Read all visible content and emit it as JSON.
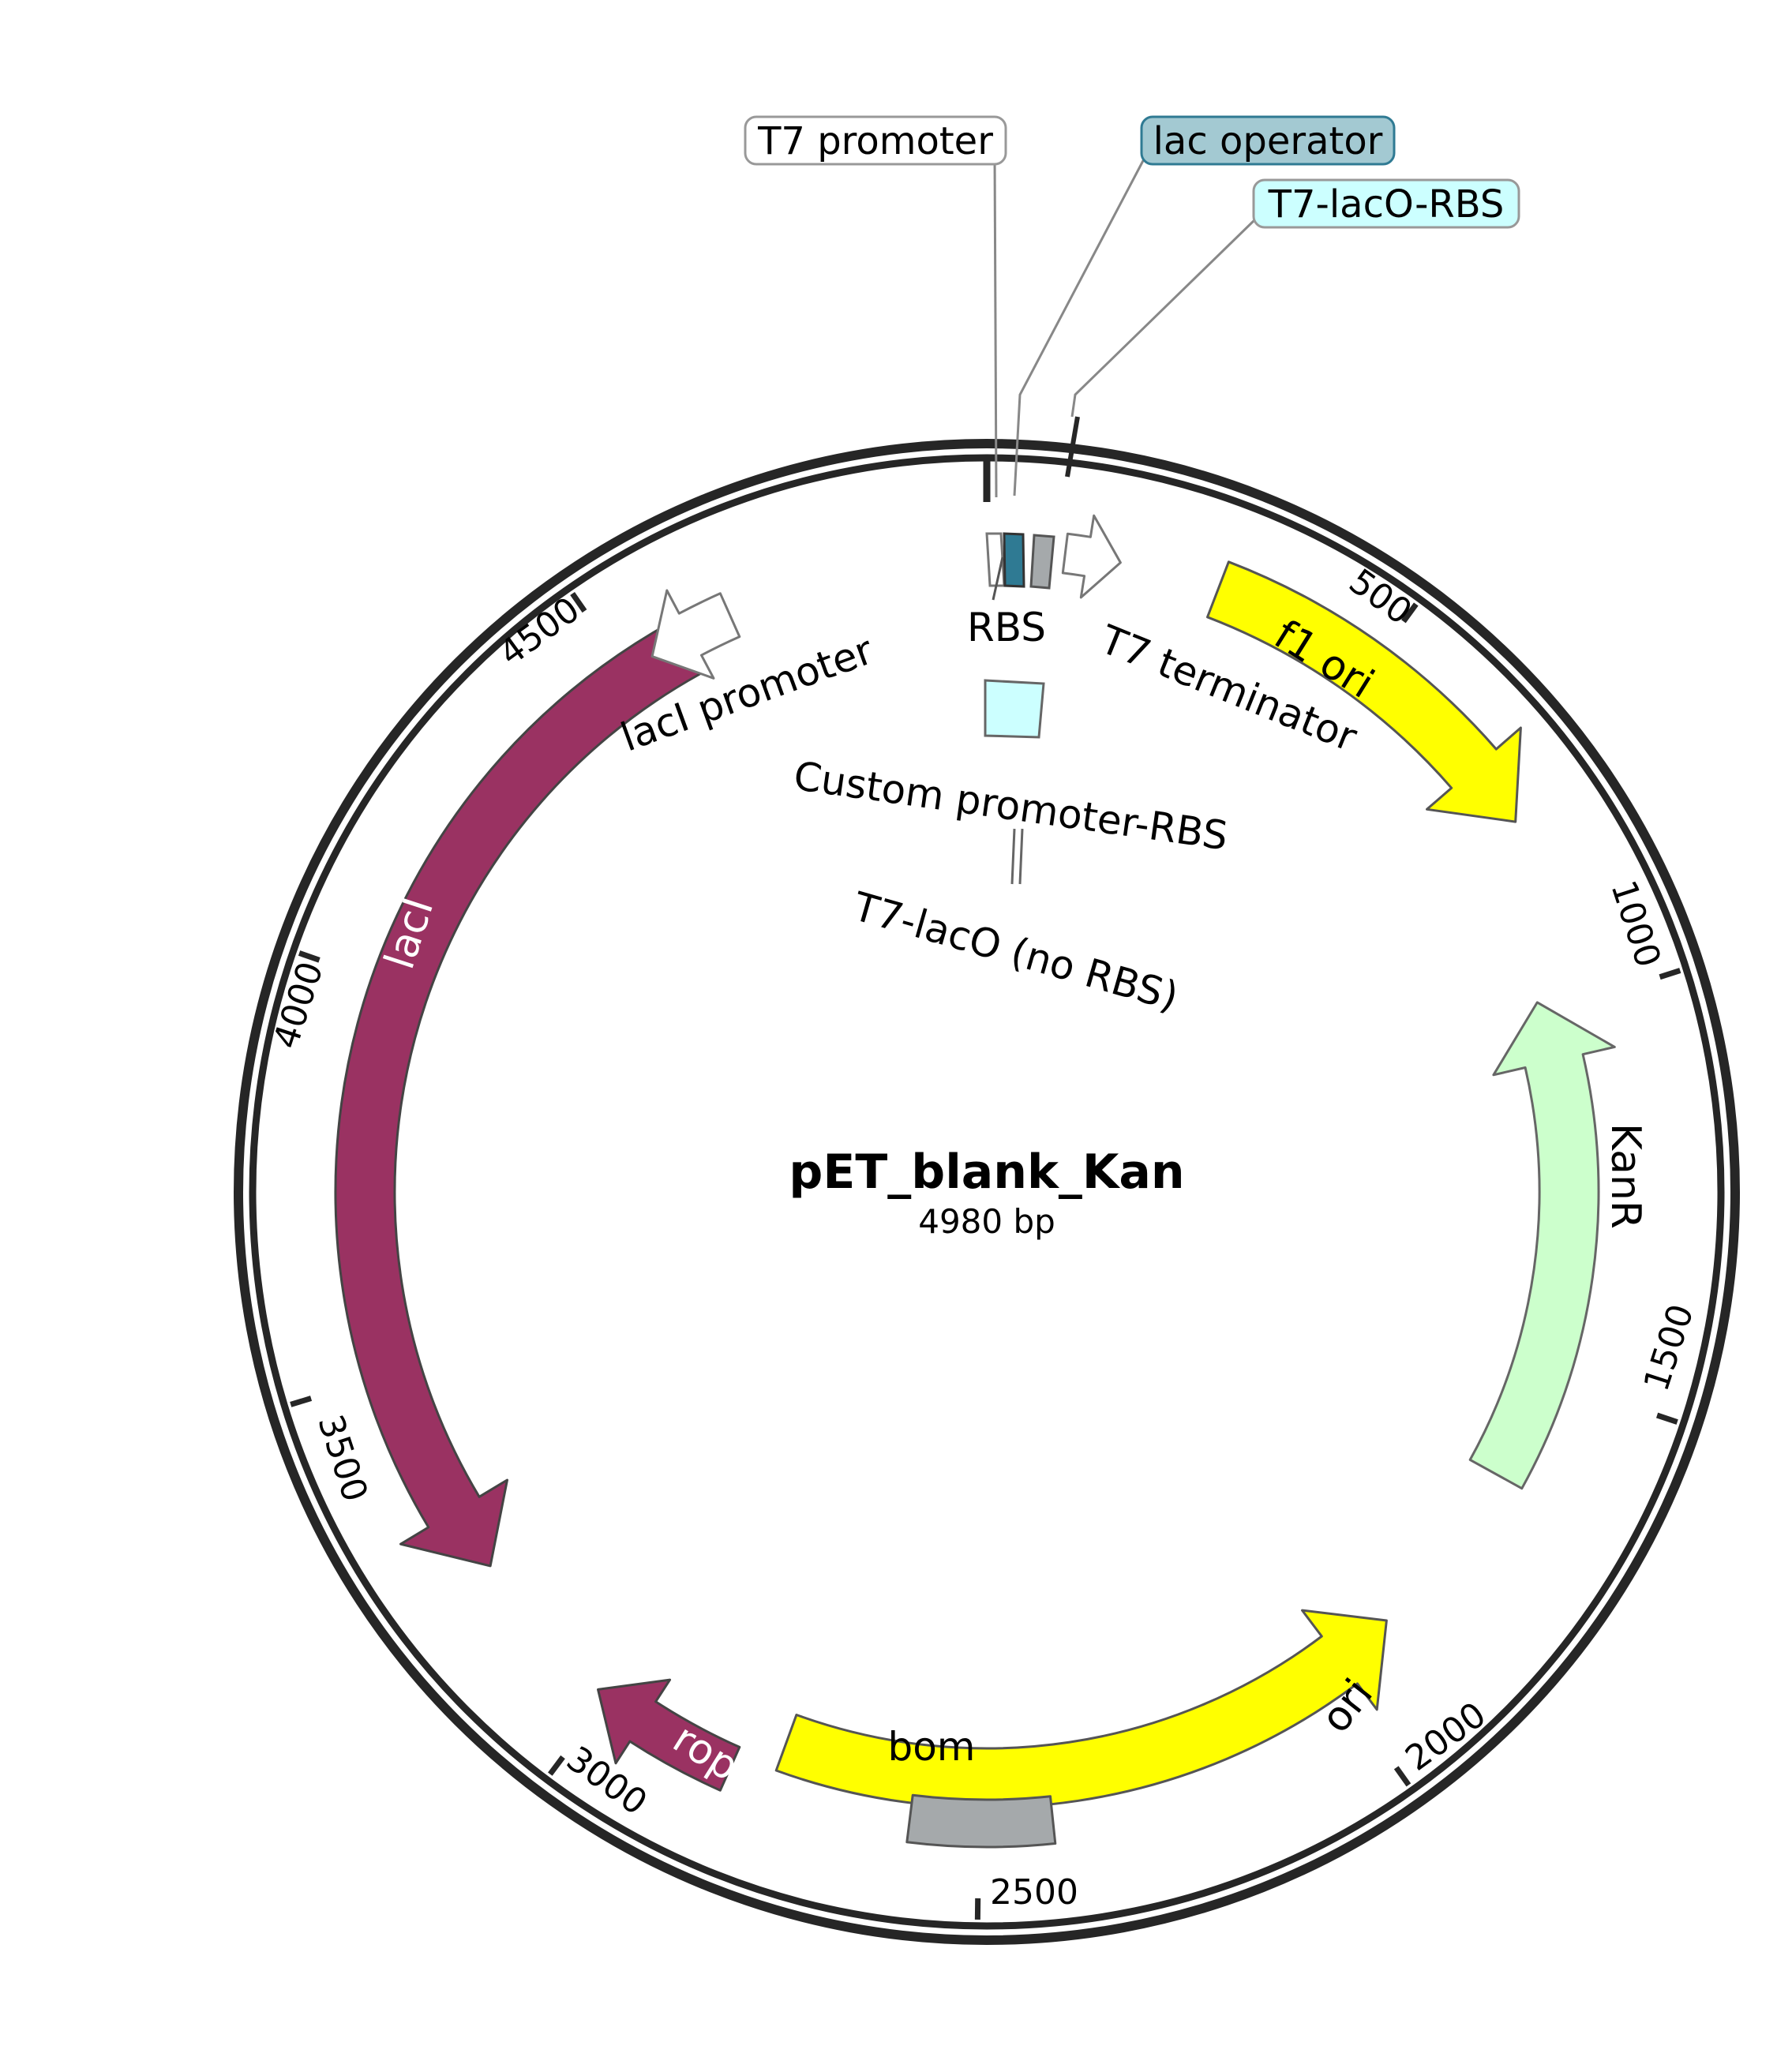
{
  "plasmid": {
    "name": "pET_blank_Kan",
    "length_label": "4980 bp",
    "length": 4980
  },
  "colors": {
    "backbone": "#262626",
    "lacI": "#9a3262",
    "rop": "#9a3262",
    "ori": "#ffff00",
    "f1_ori": "#ffff00",
    "KanR": "#ccffcc",
    "bom": "#a5a9ab",
    "lac_operator": "#2f7a93",
    "T7_lacO_RBS": "#ccffff",
    "callout_lac_operator_fill": "#a3c9d2",
    "callout_t7lacorbs_fill": "#ccffff"
  },
  "ticks": [
    "500",
    "1000",
    "1500",
    "2000",
    "2500",
    "3000",
    "3500",
    "4000",
    "4500"
  ],
  "features": {
    "f1_ori": "f1 ori",
    "KanR": "KanR",
    "ori": "ori",
    "rop": "rop",
    "lacI": "lacI",
    "bom": "bom",
    "lacI_promoter": "lacI promoter",
    "RBS": "RBS",
    "T7_terminator": "T7 terminator",
    "custom_promoter_rbs": "Custom promoter-RBS",
    "t7_laco_no_rbs": "T7-lacO (no RBS)"
  },
  "callouts": {
    "t7_promoter": "T7 promoter",
    "lac_operator": "lac operator",
    "t7_laco_rbs": "T7-lacO-RBS"
  }
}
